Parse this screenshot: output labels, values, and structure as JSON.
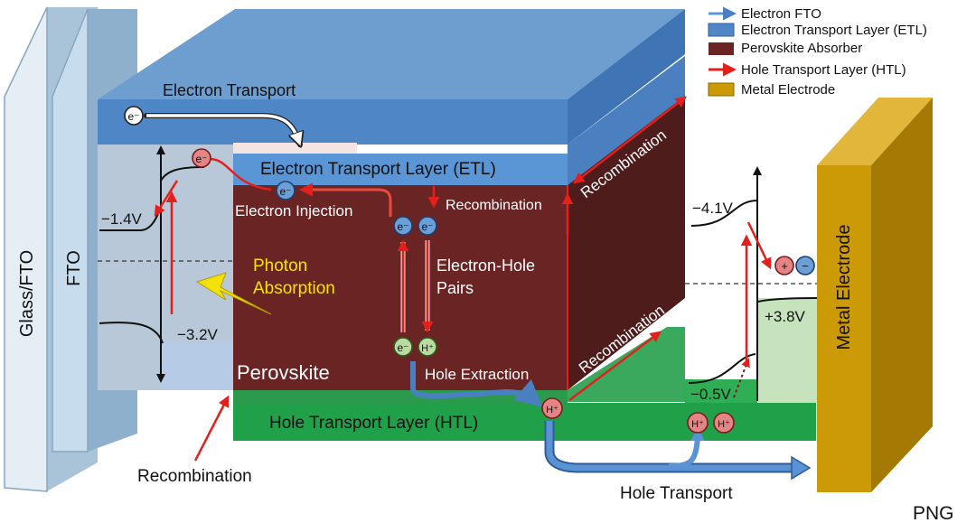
{
  "legend": {
    "items": [
      {
        "label": "Electron FTO",
        "color": "#5b9bd5",
        "kind": "arrow"
      },
      {
        "label": "Electron Transport Layer (ETL)",
        "color": "#4f86c6",
        "kind": "swatch"
      },
      {
        "label": "Perovskite Absorber",
        "color": "#6b2424",
        "kind": "swatch"
      },
      {
        "label": "Hole Transport Layer (HTL)",
        "color": "#e3201b",
        "kind": "arrow"
      },
      {
        "label": "Metal Electrode",
        "color": "#cc9a06",
        "kind": "swatch"
      }
    ]
  },
  "layers": {
    "glass_fto": "Glass/FTO",
    "fto": "FTO",
    "etl": "Electron Transport Layer (ETL)",
    "perovskite": "Perovskite",
    "htl": "Hole Transport Layer (HTL)",
    "metal": "Metal Electrode"
  },
  "labels": {
    "electron_transport": "Electron Transport",
    "electron_injection": "Electron Injection",
    "recombination": "Recombination",
    "photon_line1": "Photon",
    "photon_line2": "Absorption",
    "pairs_line1": "Electron-Hole",
    "pairs_line2": "Pairs",
    "hole_extraction": "Hole Extraction",
    "hole_transport": "Hole Transport",
    "format_tag": "PNG"
  },
  "voltages": {
    "left_top": "−1.4V",
    "left_bottom": "−3.2V",
    "right_top": "−4.1V",
    "right_mid": "+3.8V",
    "right_bottom": "−0.5V"
  },
  "particles": {
    "electron": "e⁻",
    "hole": "H⁺",
    "plus": "+",
    "minus": "−"
  },
  "colors": {
    "etl": "#4f86c6",
    "perovskite": "#6b2424",
    "htl": "#21a04a",
    "metal": "#cc9a06",
    "recombination_arrow": "#e3201b",
    "electron_arrow": "#4a7fc0",
    "photon_text": "#f5e400"
  }
}
